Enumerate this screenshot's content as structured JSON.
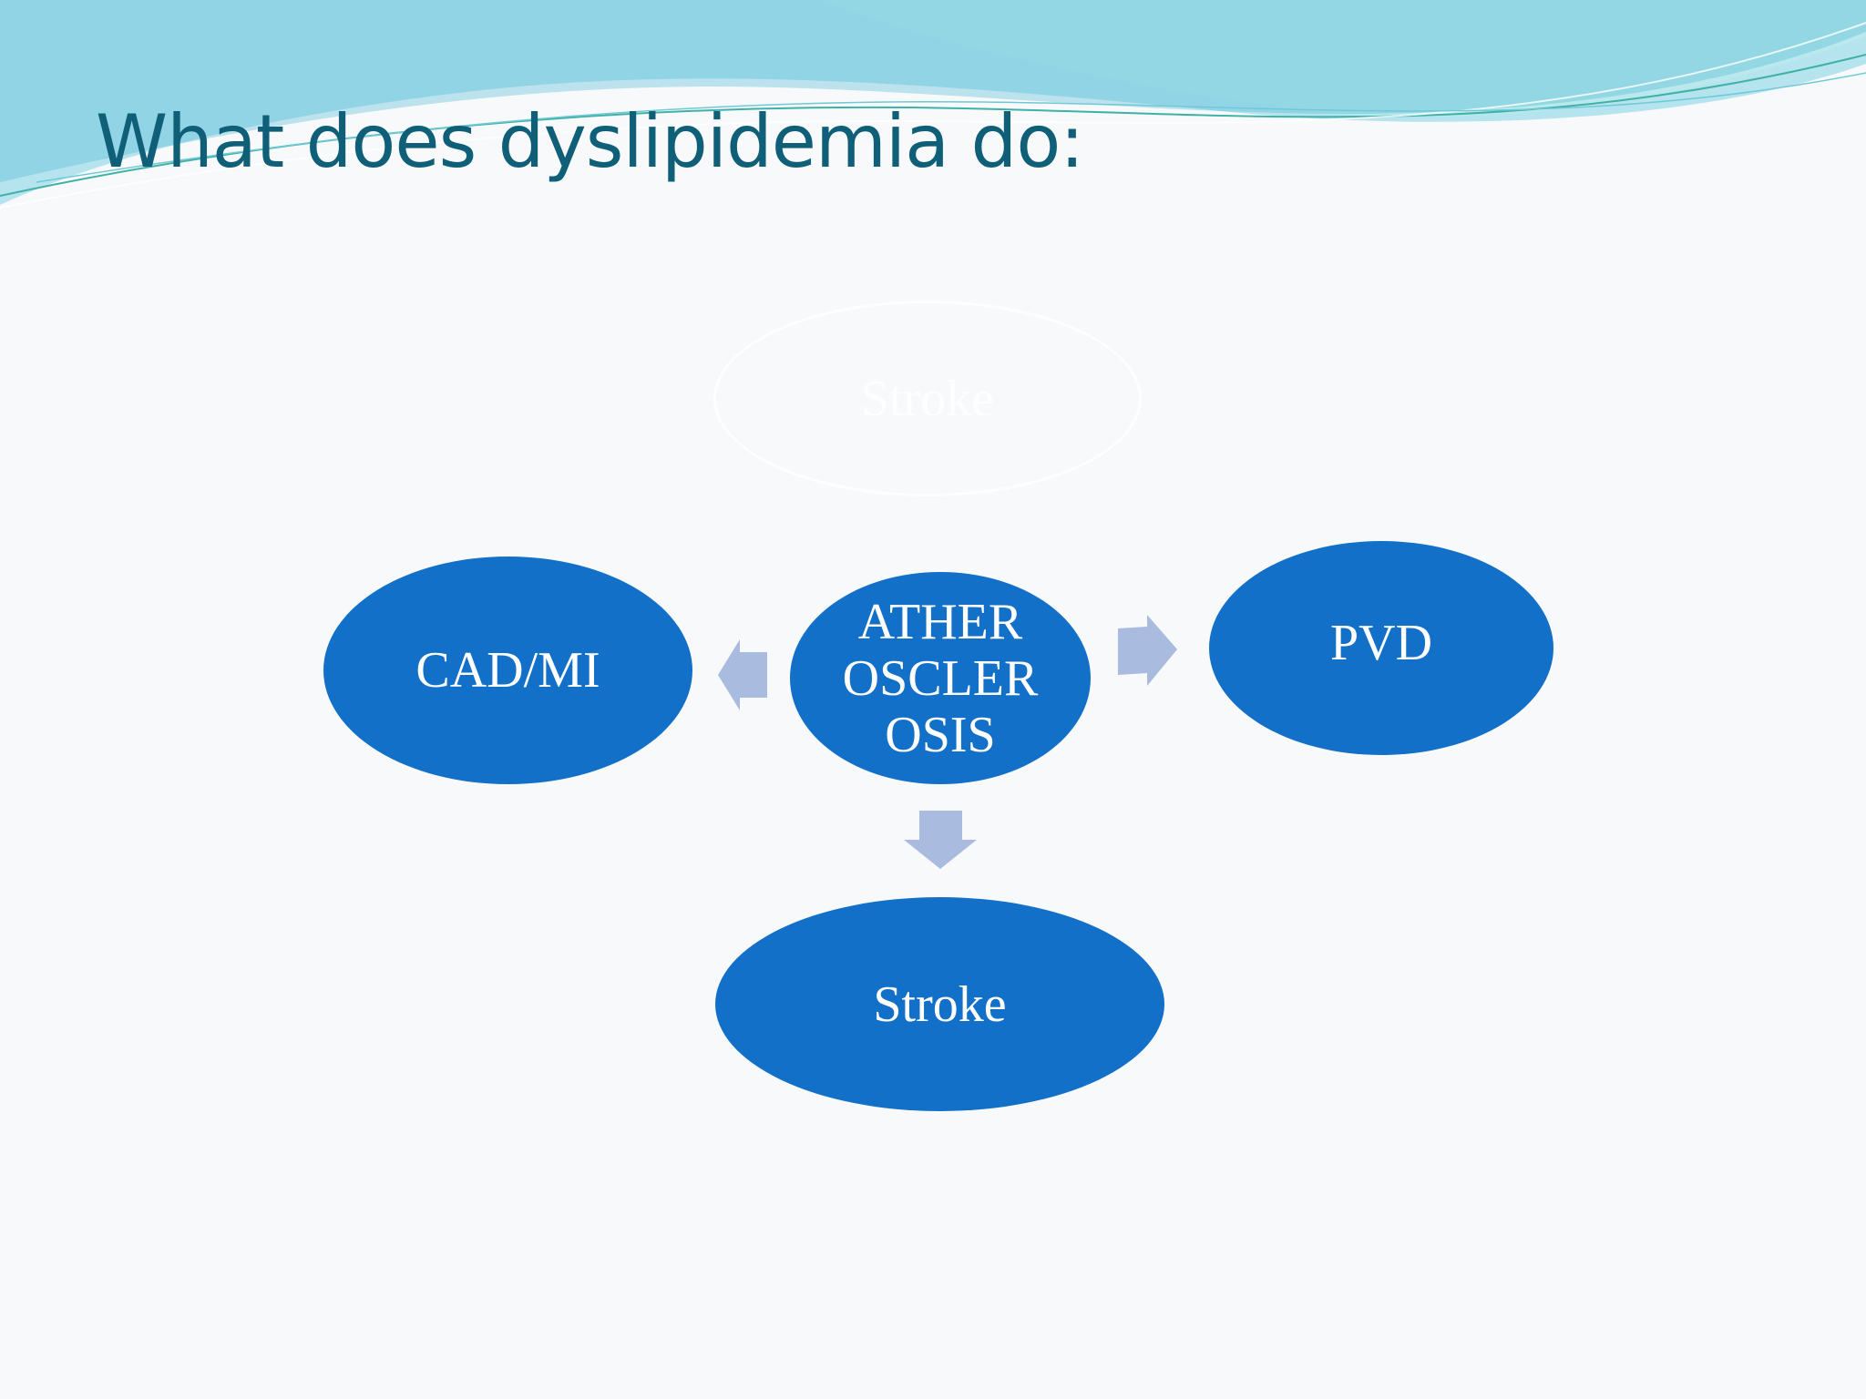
{
  "slide": {
    "title": "What does dyslipidemia do:"
  },
  "colors": {
    "title_text": "#0f5f78",
    "node_fill": "#1370c8",
    "arrow_fill": "#a9bcdf",
    "wave_light": "#b9e9ec",
    "wave_mid": "#7fd3e3",
    "wave_dark": "#4ab8d4",
    "background": "#f8f9fa"
  },
  "diagram": {
    "center": {
      "label": "ATHER\nOSCLER\nOSIS"
    },
    "left": {
      "label": "CAD/MI"
    },
    "right": {
      "label": "PVD"
    },
    "bottom": {
      "label": "Stroke"
    },
    "faded": {
      "label": "Stroke"
    }
  }
}
